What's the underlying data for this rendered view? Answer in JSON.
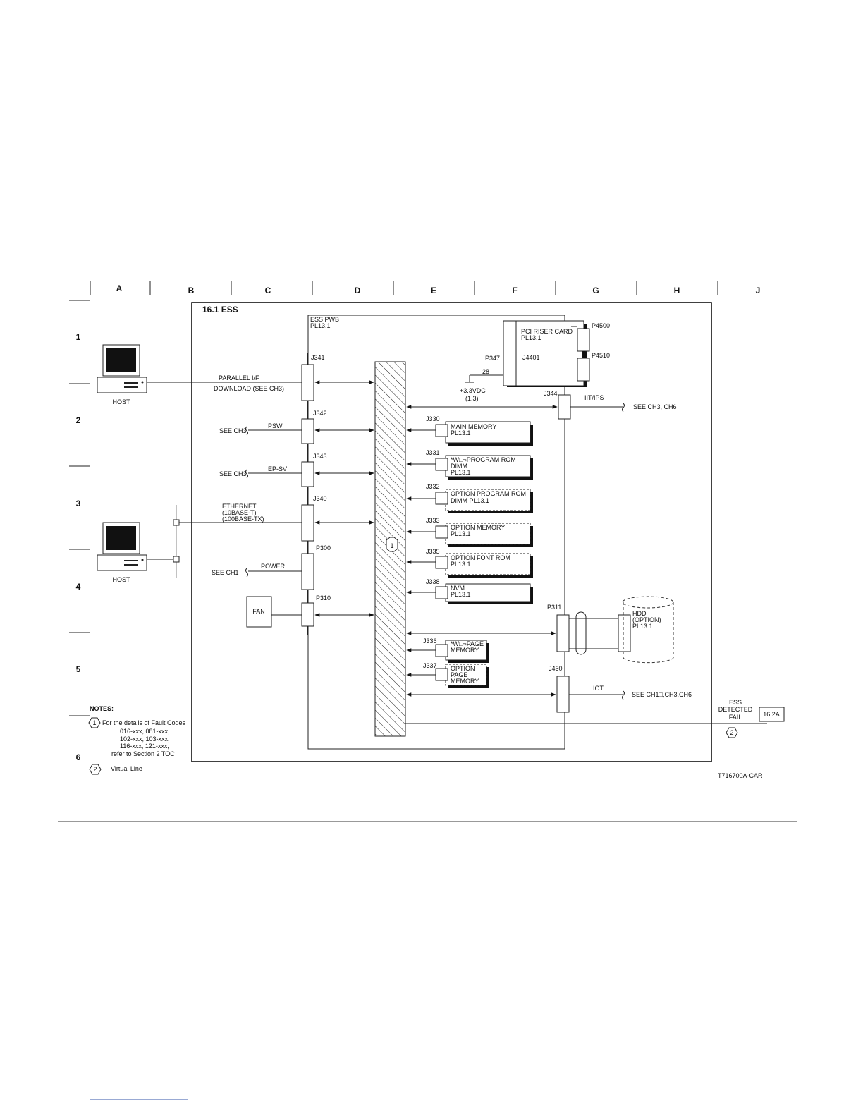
{
  "grid": {
    "columns": [
      "A",
      "B",
      "C",
      "D",
      "E",
      "F",
      "G",
      "H",
      "J"
    ],
    "rows": [
      "1",
      "2",
      "3",
      "4",
      "5",
      "6"
    ]
  },
  "section_title": "16.1 ESS",
  "pwb": {
    "name": "ESS PWB",
    "pl": "PL13.1"
  },
  "pci": {
    "name": "PCI RISER CARD",
    "pl": "PL13.1",
    "j4401": "J4401",
    "p347": "P347",
    "p4500": "P4500",
    "p4510": "P4510",
    "pin": "28",
    "voltage": "+3.3VDC",
    "ref": "(1.3)"
  },
  "connectors": {
    "j341": "J341",
    "j342": "J342",
    "j343": "J343",
    "j340": "J340",
    "p300": "P300",
    "p310": "P310",
    "j344": "J344",
    "p311": "P311",
    "j460": "J460"
  },
  "signals": {
    "parallel": "PARALLEL I/F",
    "download": "DOWNLOAD (SEE CH3)",
    "psw": "PSW",
    "psw_see": "SEE CH3",
    "epsv": "EP-SV",
    "epsv_see": "SEE CH3",
    "ethernet": "ETHERNET",
    "eth_t": "(10BASE-T)",
    "eth_tx": "(100BASE-TX)",
    "power": "POWER",
    "power_see": "SEE CH1",
    "iit": "IIT/IPS",
    "iit_see": "SEE CH3, CH6",
    "iot": "IOT",
    "iot_see": "SEE CH1□,CH3,CH6"
  },
  "host_label": "HOST",
  "fan_label": "FAN",
  "bus_marker": "1",
  "memory": [
    {
      "jack": "J330",
      "l1": "MAIN MEMORY",
      "l2": "PL13.1"
    },
    {
      "jack": "J331",
      "l1": "*W□¬PROGRAM ROM",
      "l2": "DIMM",
      "l3": "PL13.1"
    },
    {
      "jack": "J332",
      "l1": "OPTION PROGRAM ROM",
      "l2": "DIMM  PL13.1"
    },
    {
      "jack": "J333",
      "l1": "OPTION MEMORY",
      "l2": "PL13.1"
    },
    {
      "jack": "J335",
      "l1": "OPTION FONT ROM",
      "l2": "PL13.1"
    },
    {
      "jack": "J338",
      "l1": "NVM",
      "l2": "PL13.1"
    }
  ],
  "page_memory": [
    {
      "jack": "J336",
      "l1": "*W□¬PAGE",
      "l2": "MEMORY"
    },
    {
      "jack": "J337",
      "l1": "OPTION",
      "l2": "PAGE",
      "l3": "MEMORY"
    }
  ],
  "hdd": {
    "l1": "HDD",
    "l2": "(OPTION)",
    "l3": "PL13.1"
  },
  "fail": {
    "l1": "ESS",
    "l2": "DETECTED",
    "l3": "FAIL",
    "ref": "16.2A",
    "marker": "2"
  },
  "notes": {
    "title": "NOTES:",
    "n1_marker": "1",
    "n1_lines": [
      "For the details of Fault Codes",
      "016-xxx, 081-xxx,",
      "102-xxx, 103-xxx,",
      "116-xxx, 121-xxx,",
      "refer to Section  2 TOC"
    ],
    "n2_marker": "2",
    "n2_text": "Virtual Line"
  },
  "figure_id": "T716700A-CAR"
}
